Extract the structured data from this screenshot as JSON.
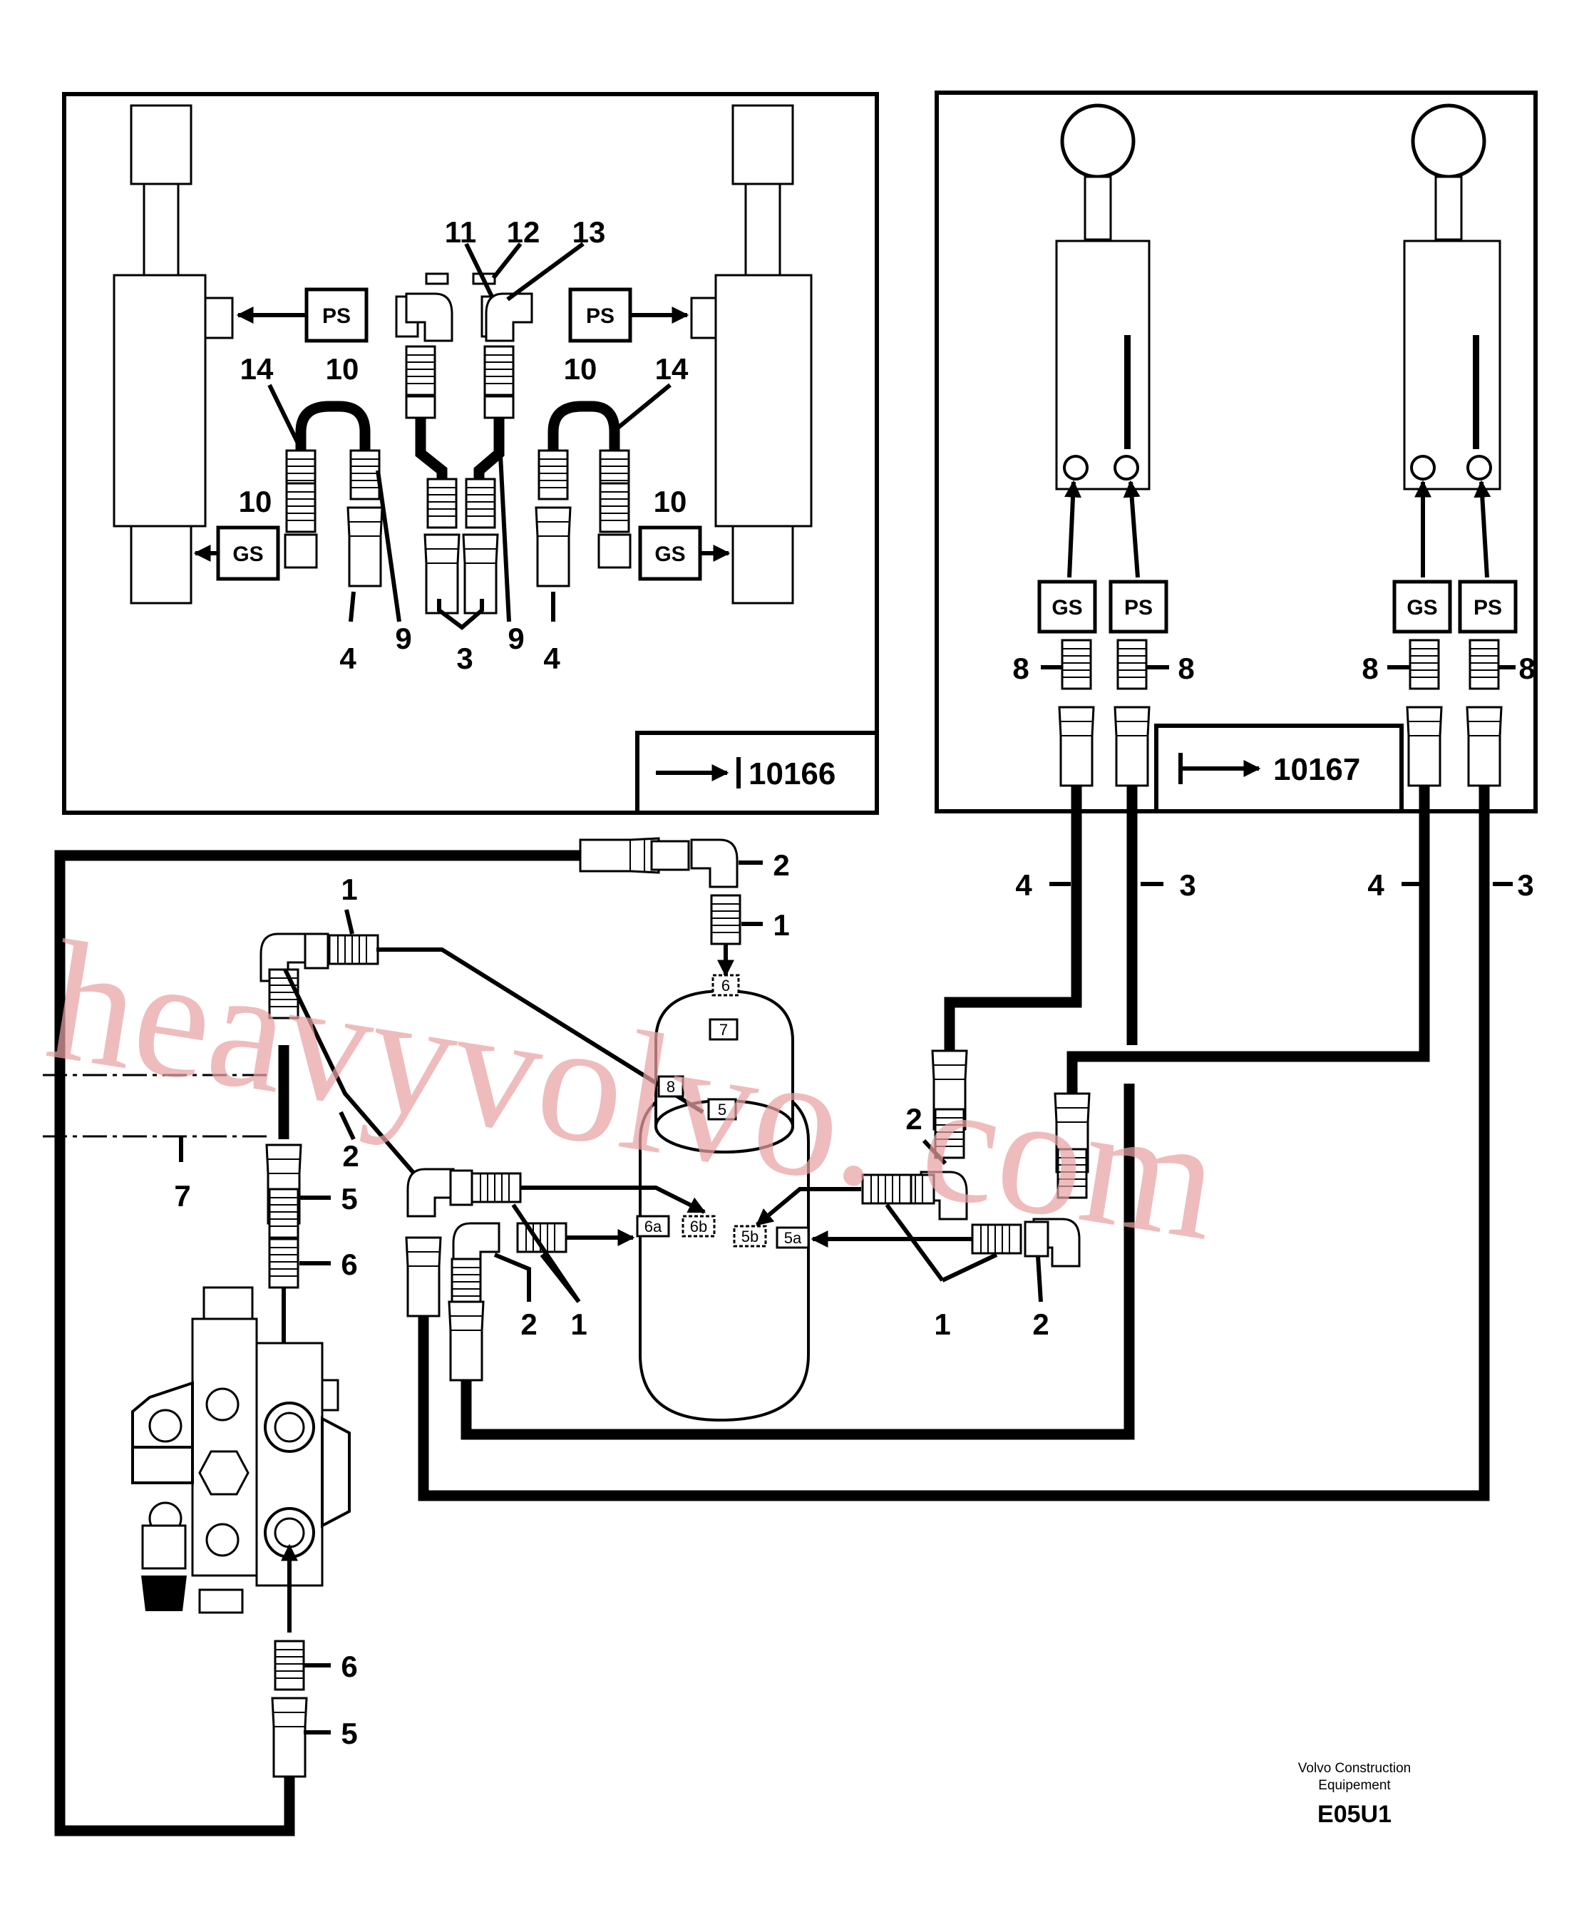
{
  "inset_left": {
    "callouts_top": [
      "11",
      "12",
      "13"
    ],
    "callout_10": "10",
    "callout_14": "14",
    "callout_4": "4",
    "callout_9": "9",
    "callout_3": "3",
    "tag_ps": "PS",
    "tag_gs": "GS",
    "ref_number": "10166"
  },
  "inset_right": {
    "tag_gs": "GS",
    "tag_ps": "PS",
    "callout_8": "8",
    "callout_4": "4",
    "callout_3": "3",
    "ref_number": "10167"
  },
  "main": {
    "callout_1": "1",
    "callout_2": "2",
    "callout_5": "5",
    "callout_6": "6",
    "callout_7": "7",
    "ports": {
      "p6": "6",
      "p7": "7",
      "p8": "8",
      "p5": "5",
      "p6a": "6a",
      "p6b": "6b",
      "p5b": "5b",
      "p5a": "5a"
    }
  },
  "watermark": "heavyvolvo. com",
  "credit_line1": "Volvo Construction",
  "credit_line2": "Equipement",
  "drawing_code": "E05U1"
}
